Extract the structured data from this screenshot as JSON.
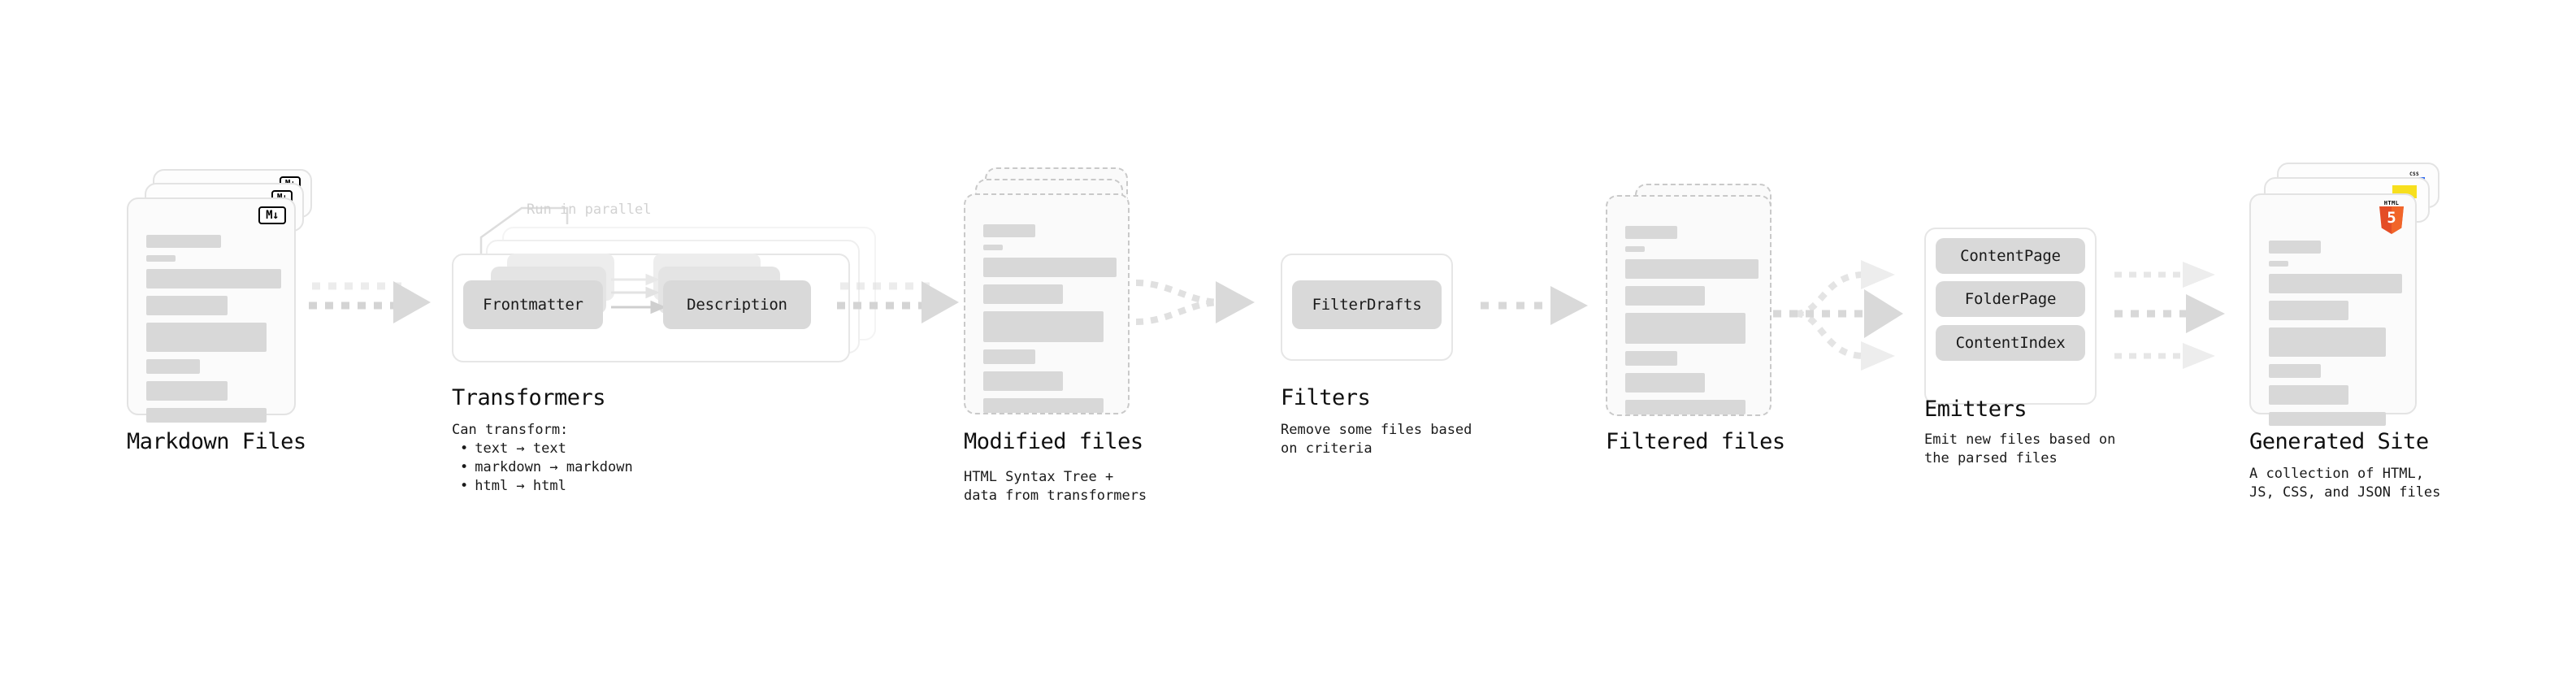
{
  "diagram": {
    "title_semantic": "static-site-generation-pipeline",
    "colors": {
      "card_bg": "#fbfbfb",
      "card_border": "#e3e3e3",
      "dashed_border": "#c9c9c9",
      "skeleton_bar": "#d8d8d8",
      "chip_bg": "#d9d9d9",
      "arrow_gray": "#d4d4d4",
      "text": "#0f0f0f",
      "muted_text": "#d2d2d2",
      "html5_orange": "#e44d26",
      "js_yellow": "#f7df1e",
      "css_blue": "#2965f1"
    }
  },
  "stages": [
    {
      "id": "markdown-files",
      "title": "Markdown Files",
      "caption": "",
      "badge": "markdown-badge",
      "badge_text": "M↓",
      "card_count": 3,
      "card_style": "solid"
    },
    {
      "id": "transformers",
      "title": "Transformers",
      "caption": "Can transform:",
      "sublabel": "Run in parallel",
      "chips": [
        "Frontmatter",
        "Description"
      ],
      "bullets": [
        "text → text",
        "markdown → markdown",
        "html → html"
      ],
      "stack_count": 3
    },
    {
      "id": "modified-files",
      "title": "Modified files",
      "caption": "HTML Syntax Tree +\ndata from transformers",
      "card_count": 3,
      "card_style": "dashed"
    },
    {
      "id": "filters",
      "title": "Filters",
      "caption": "Remove some files based\non criteria",
      "chips": [
        "FilterDrafts"
      ]
    },
    {
      "id": "filtered-files",
      "title": "Filtered files",
      "caption": "",
      "card_count": 2,
      "card_style": "dashed"
    },
    {
      "id": "emitters",
      "title": "Emitters",
      "caption": "Emit new files based on\nthe parsed files",
      "chips": [
        "ContentPage",
        "FolderPage",
        "ContentIndex"
      ]
    },
    {
      "id": "generated-site",
      "title": "Generated Site",
      "caption": "A collection of HTML,\nJS, CSS, and JSON files",
      "badges": [
        "html5-badge",
        "js-badge",
        "css-badge"
      ],
      "badge_texts": {
        "html5_word": "HTML",
        "html5_num": "5",
        "css_word": "CSS"
      },
      "card_count": 3,
      "card_style": "solid"
    }
  ]
}
